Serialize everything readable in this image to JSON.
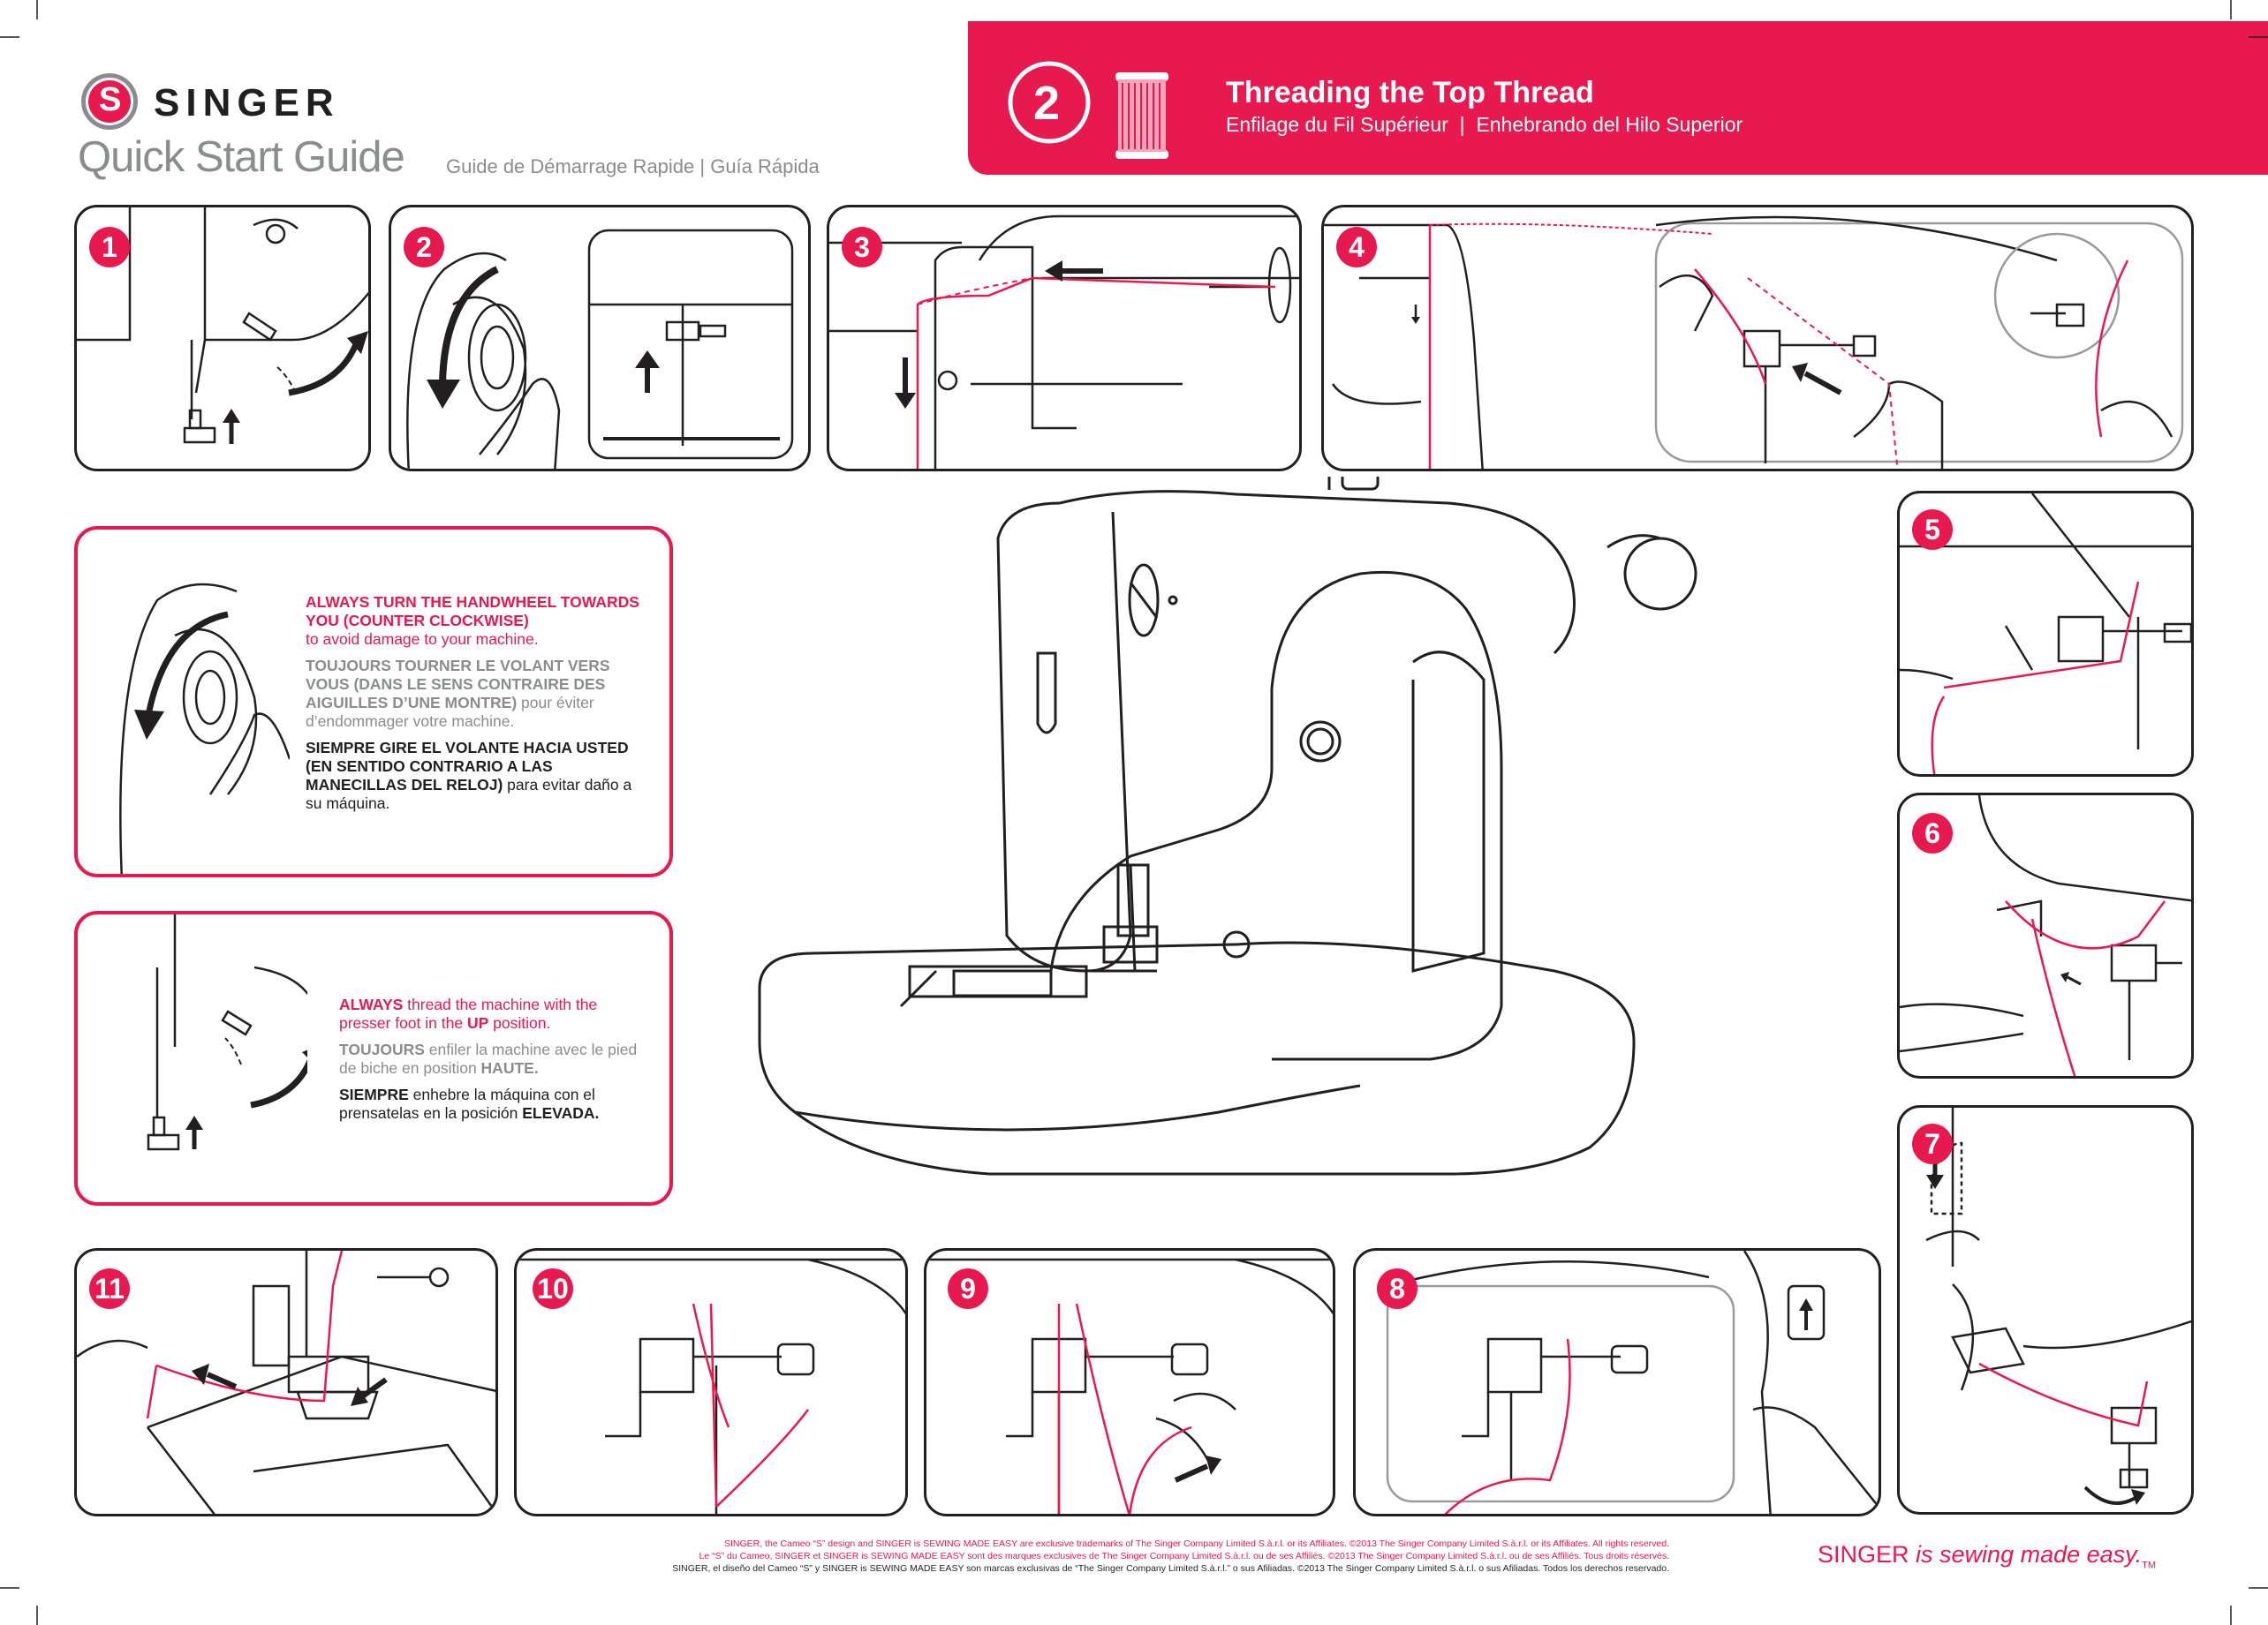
{
  "brand": {
    "name": "SINGER",
    "logo_letter": "S"
  },
  "guide": {
    "title": "Quick Start Guide",
    "subtitle": "Guide de Démarrage Rapide | Guía Rápida"
  },
  "header": {
    "step_number": "2",
    "title": "Threading the Top Thread",
    "subtitle": "Enfilage du Fil Supérieur  |  Enhebrando del Hilo Superior"
  },
  "steps": [
    "1",
    "2",
    "3",
    "4",
    "5",
    "6",
    "7",
    "8",
    "9",
    "10",
    "11"
  ],
  "notes": {
    "handwheel": {
      "en_bold": "ALWAYS TURN THE HANDWHEEL TOWARDS YOU (COUNTER CLOCKWISE)",
      "en_rest": "to avoid damage to your machine.",
      "fr_bold": "TOUJOURS TOURNER LE VOLANT VERS VOUS (DANS LE SENS CONTRAIRE DES AIGUILLES D’UNE MONTRE)",
      "fr_rest": "pour éviter d’endommager votre machine.",
      "es_bold": "SIEMPRE GIRE EL VOLANTE HACIA USTED (EN SENTIDO CONTRARIO A LAS MANECILLAS DEL RELOJ)",
      "es_rest": "para evitar daño a su máquina."
    },
    "presser_foot": {
      "en_1": "ALWAYS",
      "en_2": "thread the machine with the presser foot in the",
      "en_3": "UP",
      "en_4": "position.",
      "fr_1": "TOUJOURS",
      "fr_2": "enfiler la machine avec le pied de biche en position",
      "fr_3": "HAUTE.",
      "es_1": "SIEMPRE",
      "es_2": "enhebre la máquina con el prensatelas en la posición",
      "es_3": "ELEVADA."
    }
  },
  "footer": {
    "legal_en": "SINGER, the Cameo “S” design and SINGER is SEWING MADE EASY are exclusive trademarks of The Singer Company Limited S.à.r.l. or its Affiliates. ©2013 The Singer Company Limited S.à.r.l. or its Affiliates. All rights reserved.",
    "legal_fr": "Le “S” du Cameo, SINGER et SINGER is SEWING MADE EASY sont des marques exclusives de The Singer Company Limited S.à.r.l. ou de ses Affiliés. ©2013 The Singer Company Limited S.à.r.l. ou de ses Affiliés. Tous droits réservés.",
    "legal_es": "SINGER, el diseño del Cameo “S” y SINGER is SEWING MADE EASY son marcas exclusivas de “The Singer Company Limited S.à.r.l.” o sus Afiliadas. ©2013 The Singer Company Limited S.à.r.l. o sus Afiliadas. Todos los derechos reservado.",
    "tagline_brand": "SINGER",
    "tagline_rest": "is sewing made easy.",
    "tagline_tm": "TM"
  },
  "colors": {
    "accent": "#e8194f",
    "line": "#231f20",
    "grey": "#8a8c8e"
  },
  "icons": [
    "singer-logo",
    "thread-spool-icon",
    "arrow-up-icon",
    "arrow-down-icon",
    "arrow-left-icon",
    "rotate-arrow-icon"
  ]
}
